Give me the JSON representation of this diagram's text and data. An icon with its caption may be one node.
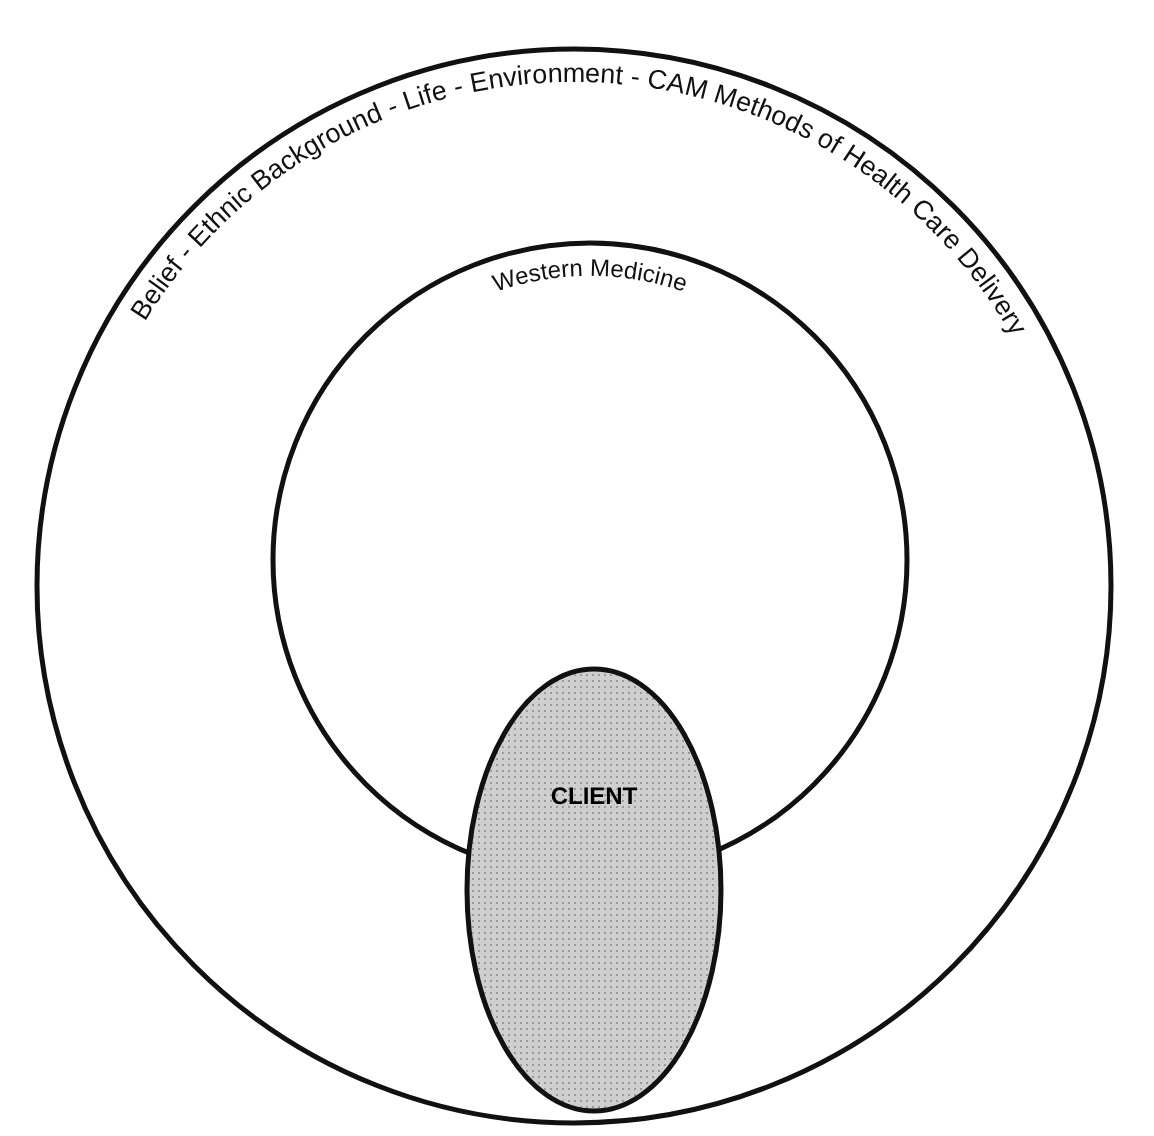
{
  "diagram": {
    "nodes": [
      {
        "text": [
          "Belief - Ethnic Background - Life - Environment - CAM Methods of Health Care Delivery"
        ]
      },
      {
        "text": [
          "Western Medicine"
        ],
        "in": 0
      },
      {
        "text": [
          "CLIENT"
        ],
        "in": 0
      }
    ]
  }
}
